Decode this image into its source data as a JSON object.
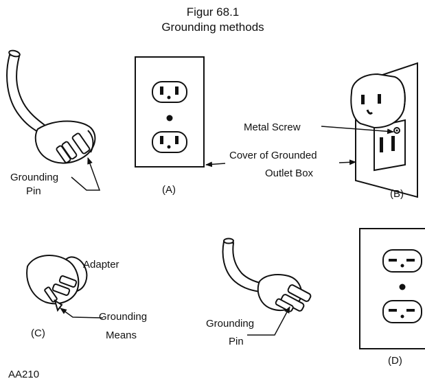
{
  "figure": {
    "title": "Figur 68.1",
    "subtitle": "Grounding methods",
    "code": "AA210"
  },
  "labels": {
    "grounding_pin_top": [
      "Grounding",
      "Pin"
    ],
    "grounding_pin_bottom": [
      "Grounding",
      "Pin"
    ],
    "metal_screw": "Metal Screw",
    "cover_grounded": [
      "Cover of Grounded",
      "Outlet Box"
    ],
    "adapter": "Adapter",
    "grounding_means": [
      "Grounding",
      "Means"
    ],
    "panel_a": "(A)",
    "panel_b": "(B)",
    "panel_c": "(C)",
    "panel_d": "(D)"
  },
  "icons": [
    "three-prong-plug-icon",
    "duplex-outlet-icon",
    "single-outlet-adapter-icon",
    "grounding-adapter-icon"
  ]
}
